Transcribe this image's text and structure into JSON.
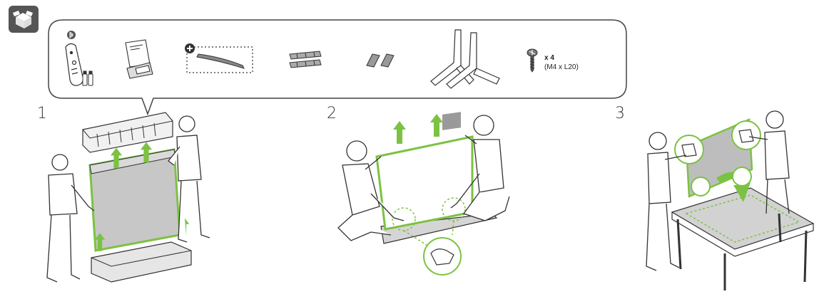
{
  "colors": {
    "accent": "#7cc242",
    "line": "#333333",
    "panel": "#c8c8c8",
    "icon_bg": "#555555"
  },
  "icons": {
    "unbox": "unbox-icon",
    "bluetooth": "bluetooth-icon",
    "plus": "plus-icon"
  },
  "accessories": {
    "screws": {
      "quantity": "x 4",
      "spec": "(M4 x L20)"
    }
  },
  "steps": [
    {
      "number": "1"
    },
    {
      "number": "2"
    },
    {
      "number": "3"
    }
  ]
}
